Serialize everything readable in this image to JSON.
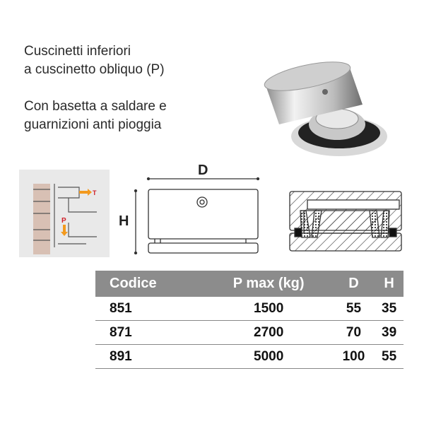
{
  "heading": {
    "line1": "Cuscinetti inferiori",
    "line2": "a cuscinetto obliquo (P)",
    "line3": "Con basetta a saldare e",
    "line4": "guarnizioni anti pioggia"
  },
  "drawings": {
    "dimension_d": "D",
    "dimension_h": "H",
    "force_t": "T",
    "force_p": "P"
  },
  "table": {
    "headers": [
      "Codice",
      "P max (kg)",
      "D",
      "H"
    ],
    "rows": [
      [
        "851",
        "1500",
        "55",
        "35"
      ],
      [
        "871",
        "2700",
        "70",
        "39"
      ],
      [
        "891",
        "5000",
        "100",
        "55"
      ]
    ]
  },
  "colors": {
    "header_bg": "#8c8c8c",
    "accent_orange": "#f39a1e",
    "accent_red": "#d0202a"
  }
}
